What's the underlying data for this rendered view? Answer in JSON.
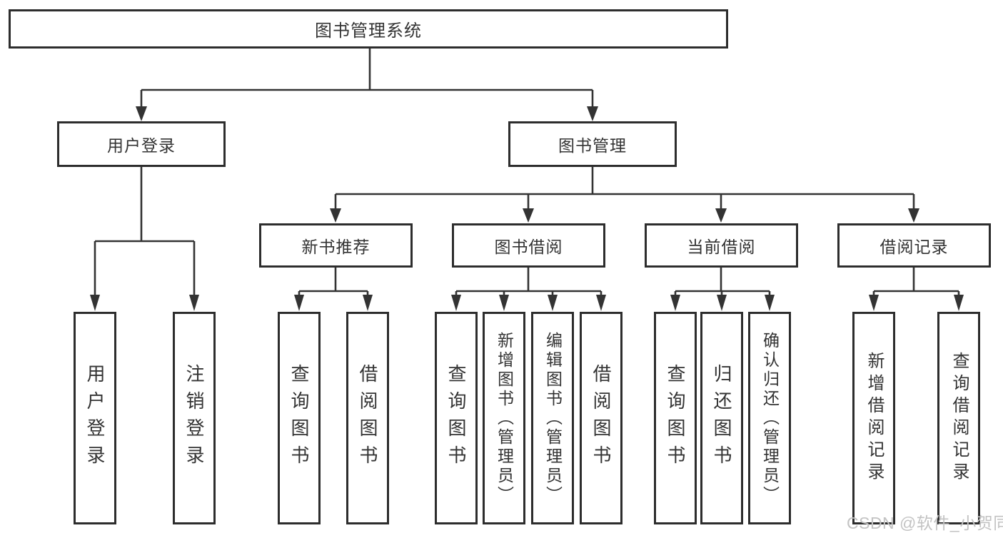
{
  "diagram": {
    "root": "图书管理系统",
    "level2": {
      "user_login": "用户登录",
      "book_mgmt": "图书管理"
    },
    "level3": {
      "new_book_rec": "新书推荐",
      "book_borrowing": "图书借阅",
      "current_borrowing": "当前借阅",
      "borrowing_records": "借阅记录"
    },
    "leaves": {
      "login": "用户登录",
      "logout": "注销登录",
      "rec_query_book": "查询图书",
      "rec_borrow_book": "借阅图书",
      "bb_query_book": "查询图书",
      "bb_add_book": "新增图书（管理员）",
      "bb_edit_book": "编辑图书（管理员）",
      "bb_borrow_book": "借阅图书",
      "cur_query_book": "查询图书",
      "cur_return_book": "归还图书",
      "cur_confirm_return": "确认归还（管理员）",
      "br_add_record": "新增借阅记录",
      "br_query_record": "查询借阅记录"
    },
    "watermark": "CSDN @软件_小贺同学",
    "colors": {
      "line": "#333333",
      "box_border": "#2d2d2d",
      "box_background": "#ffffff",
      "text": "#333333",
      "watermark": "#c3c3c3",
      "page_background": "#ffffff"
    }
  }
}
